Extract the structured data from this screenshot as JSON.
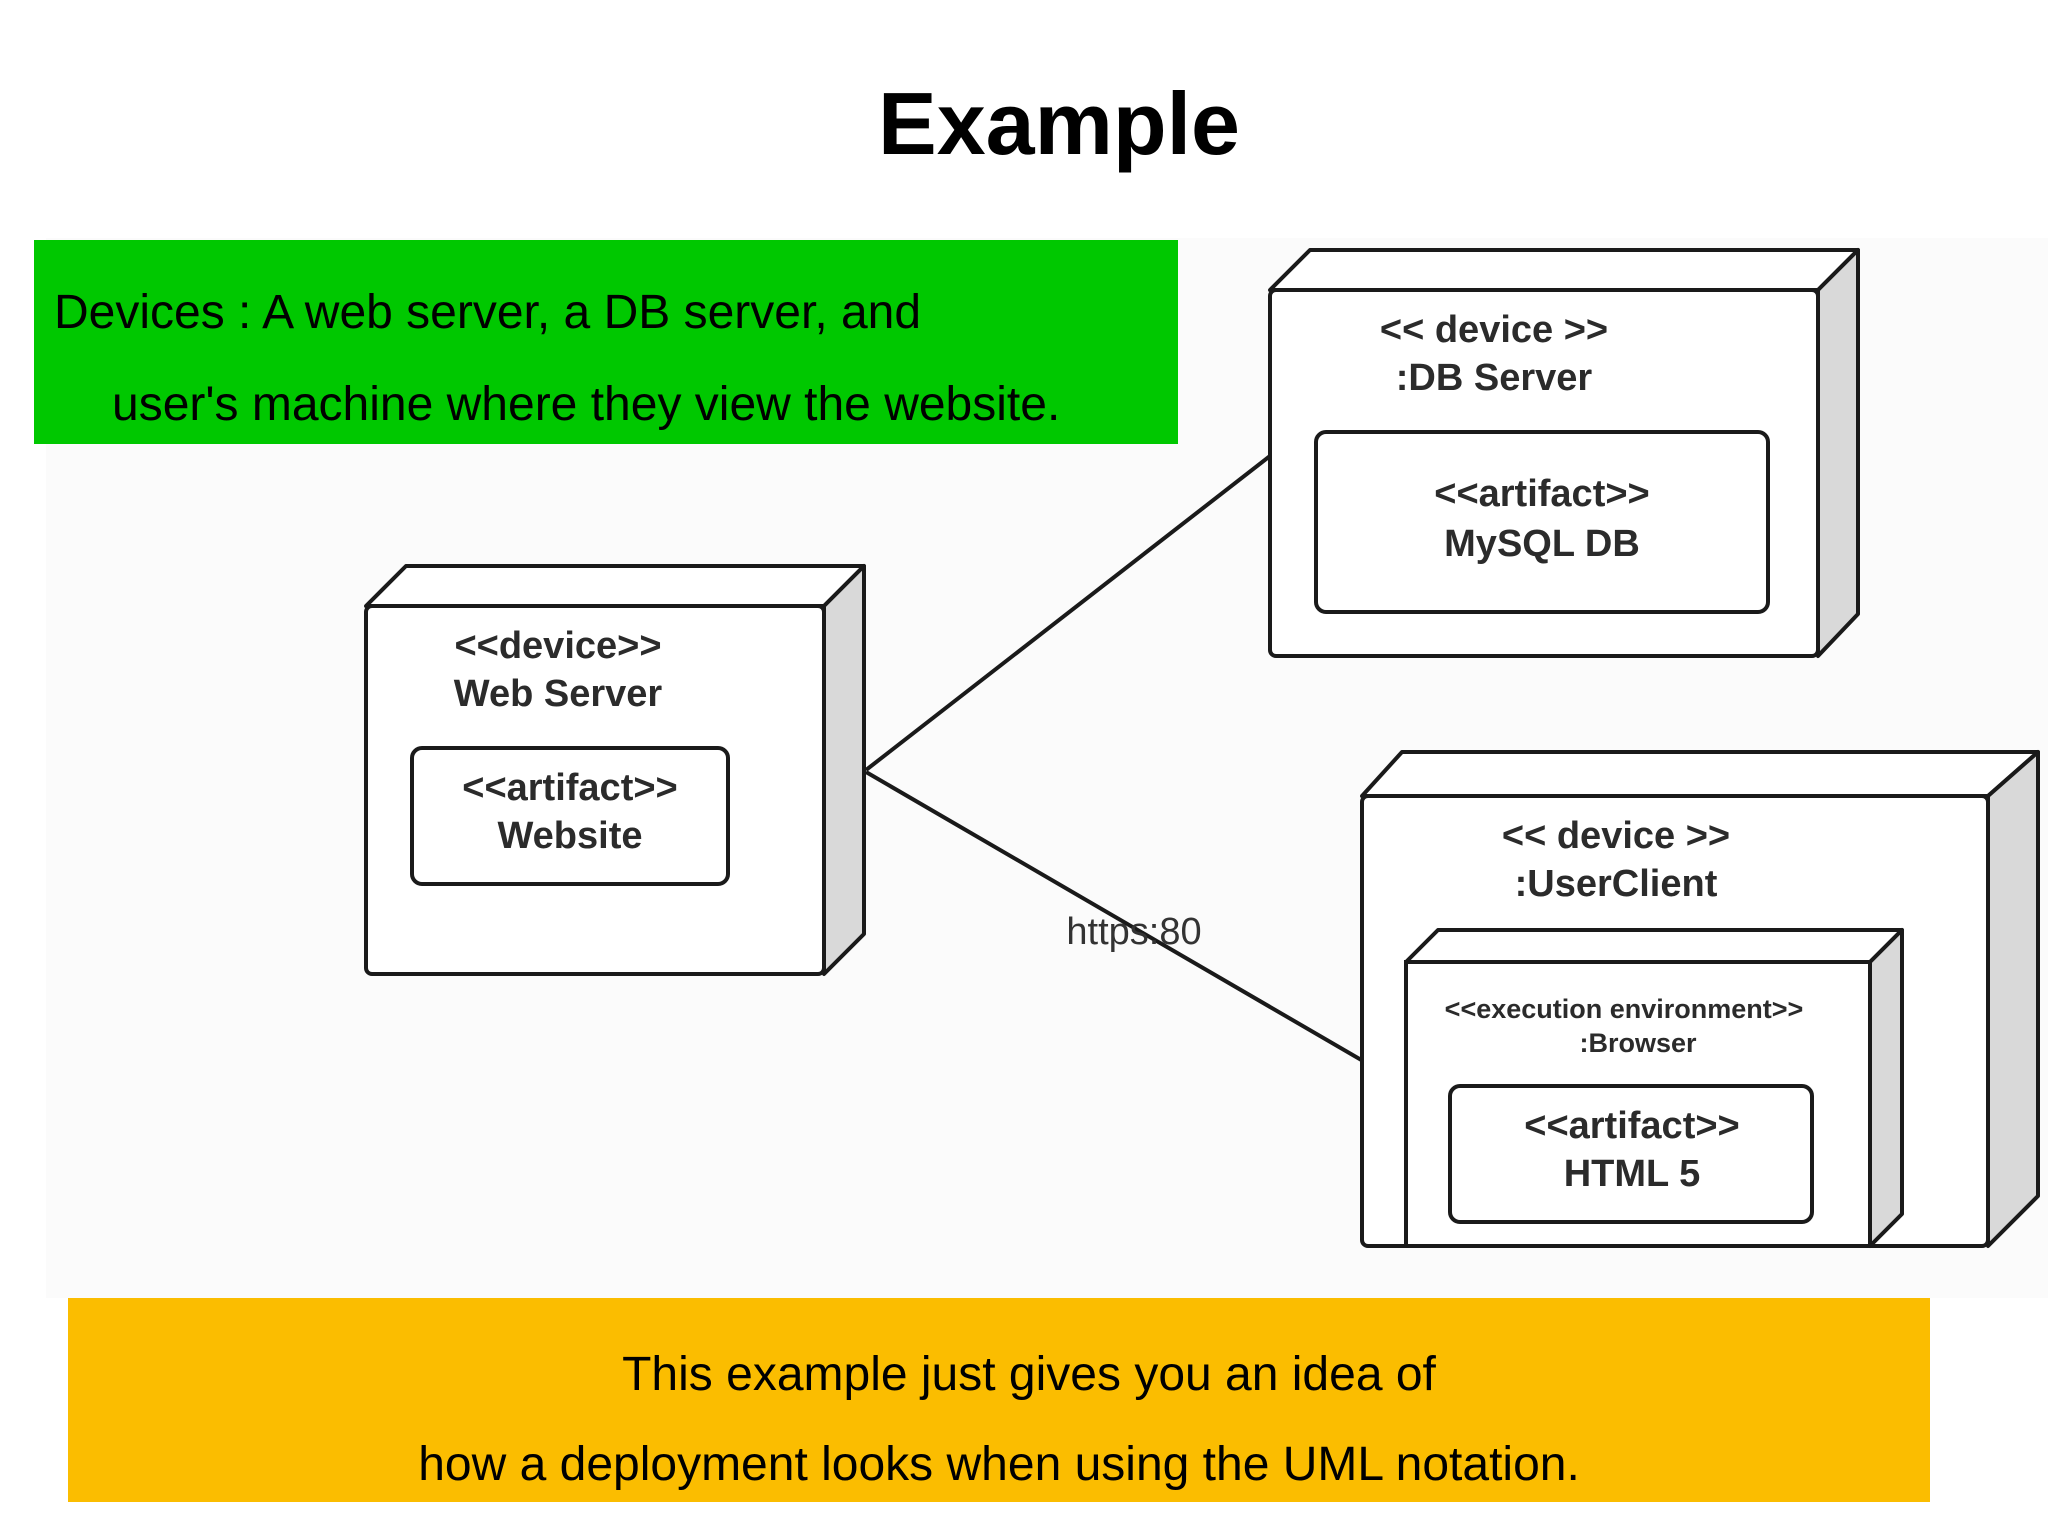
{
  "title": "Example",
  "notes": {
    "devices_line1": "Devices : A web server, a DB server, and",
    "devices_line2": "user's machine where they view the website.",
    "summary_line1": "This example just gives you an idea of",
    "summary_line2": "how a deployment looks when using the UML notation."
  },
  "colors": {
    "green_note": "#00c800",
    "yellow_note": "#fbbd00",
    "node_face": "#ffffff",
    "node_side": "#d9d9d9",
    "outline": "#1a1a1a"
  },
  "nodes": {
    "web_server": {
      "stereotype": "<<device>>",
      "name": "Web Server",
      "artifact_stereotype": "<<artifact>>",
      "artifact_name": "Website"
    },
    "db_server": {
      "stereotype": "<< device >>",
      "name": ":DB Server",
      "artifact_stereotype": "<<artifact>>",
      "artifact_name": "MySQL DB"
    },
    "user_client": {
      "stereotype": "<< device >>",
      "name": ":UserClient",
      "env_stereotype": "<<execution environment>>",
      "env_name": ":Browser",
      "artifact_stereotype": "<<artifact>>",
      "artifact_name": "HTML 5"
    }
  },
  "connections": {
    "web_to_client_label": "https:80"
  }
}
